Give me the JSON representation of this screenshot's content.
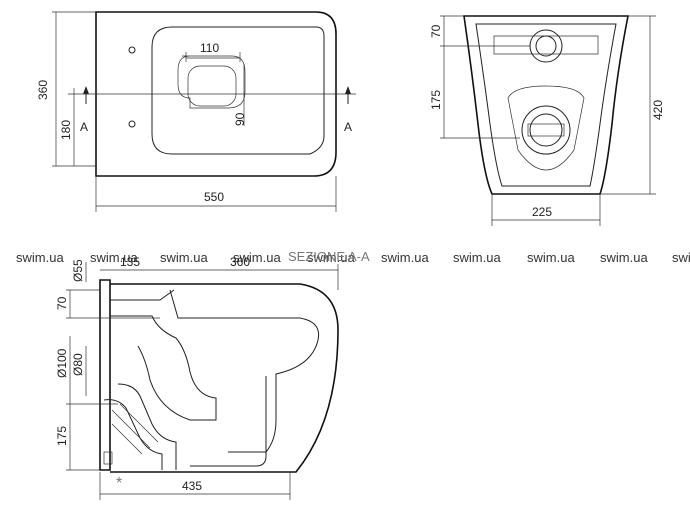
{
  "top_view": {
    "dims": {
      "d110": "110",
      "d90": "90",
      "d360": "360",
      "d180": "180",
      "d550": "550"
    },
    "section_marks": {
      "left": "A",
      "right": "A"
    }
  },
  "rear_view": {
    "dims": {
      "d70": "70",
      "d175": "175",
      "d420": "420",
      "d225": "225"
    }
  },
  "watermarks": [
    "swim.ua",
    "swim.ua",
    "swim.ua",
    "swim.ua",
    "swim.ua",
    "swim.ua",
    "swim.ua",
    "swim.ua",
    "swim.ua",
    "swim.ua"
  ],
  "section_view": {
    "title": "SEZIONE A-A",
    "dims": {
      "d55": "Ø55",
      "d135": "135",
      "d360": "360",
      "d70": "70",
      "d100": "Ø100",
      "d80": "Ø80",
      "d175": "175",
      "d435": "435",
      "star": "*"
    }
  }
}
